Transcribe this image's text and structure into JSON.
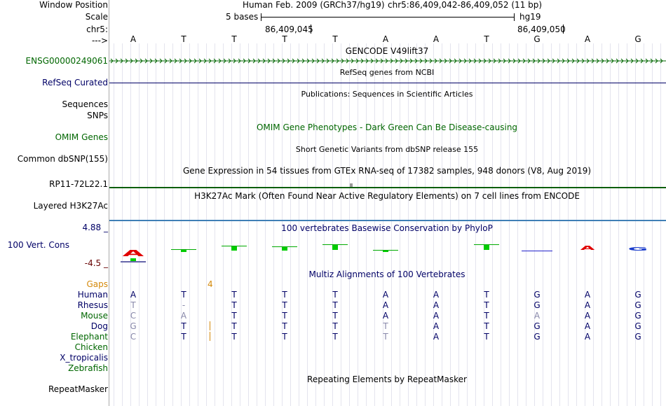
{
  "colors": {
    "navy": "#000066",
    "green": "#006600",
    "gaps": "#d4890a",
    "sidebar_line": "#aaaaaa"
  },
  "labels": {
    "window_position": "Window Position",
    "scale": "Scale",
    "chr": "chr5:",
    "arrow": "--->",
    "gene": "ENSG00000249061",
    "refseq": "RefSeq Curated",
    "sequences": "Sequences",
    "snps": "SNPs",
    "omim": "OMIM Genes",
    "dbsnp": "Common dbSNP(155)",
    "rp11": "RP11-72L22.1",
    "h3k27": "Layered H3K27Ac",
    "cons_max": "4.88 _",
    "cons": "100 Vert. Cons",
    "cons_min": "-4.5 _",
    "gaps": "Gaps",
    "species": [
      "Human",
      "Rhesus",
      "Mouse",
      "Dog",
      "Elephant",
      "Chicken",
      "X_tropicalis",
      "Zebrafish"
    ],
    "repeatmasker": "RepeatMasker"
  },
  "header": {
    "assembly": "Human Feb. 2009 (GRCh37/hg19)",
    "position": "chr5:86,409,042-86,409,052 (11 bp)",
    "scale_text": "5 bases",
    "scale_db": "hg19",
    "coord1": "86,409,045",
    "coord2": "86,409,050"
  },
  "sequence": [
    "A",
    "T",
    "T",
    "T",
    "T",
    "A",
    "A",
    "T",
    "G",
    "A",
    "G"
  ],
  "tracks": {
    "gencode": "GENCODE V49lift37",
    "refseq_title": "RefSeq genes from NCBI",
    "publications": "Publications: Sequences in Scientific Articles",
    "omim": "OMIM Gene Phenotypes - Dark Green Can Be Disease-causing",
    "dbsnp": "Short Genetic Variants from dbSNP release 155",
    "gtex": "Gene Expression in 54 tissues from GTEx RNA-seq of 17382 samples, 948 donors (V8, Aug 2019)",
    "h3k27": "H3K27Ac Mark (Often Found Near Active Regulatory Elements) on 7 cell lines from ENCODE",
    "phylop": "100 vertebrates Basewise Conservation by PhyloP",
    "multiz": "Multiz Alignments of 100 Vertebrates",
    "gap_count": "4",
    "repeatmasker": "Repeating Elements by RepeatMasker"
  },
  "alignment": {
    "Human": [
      "A",
      "T",
      "T",
      "T",
      "T",
      "A",
      "A",
      "T",
      "G",
      "A",
      "G"
    ],
    "Rhesus": [
      "T",
      "-",
      "T",
      "T",
      "T",
      "A",
      "A",
      "T",
      "G",
      "A",
      "G"
    ],
    "Mouse": [
      "C",
      "A",
      "T",
      "T",
      "T",
      "A",
      "A",
      "T",
      "A",
      "A",
      "G"
    ],
    "Dog": [
      "G",
      "T",
      "T",
      "T",
      "T",
      "T",
      "A",
      "T",
      "G",
      "A",
      "G"
    ],
    "Elephant": [
      "C",
      "T",
      "T",
      "T",
      "T",
      "T",
      "A",
      "T",
      "G",
      "A",
      "G"
    ]
  }
}
